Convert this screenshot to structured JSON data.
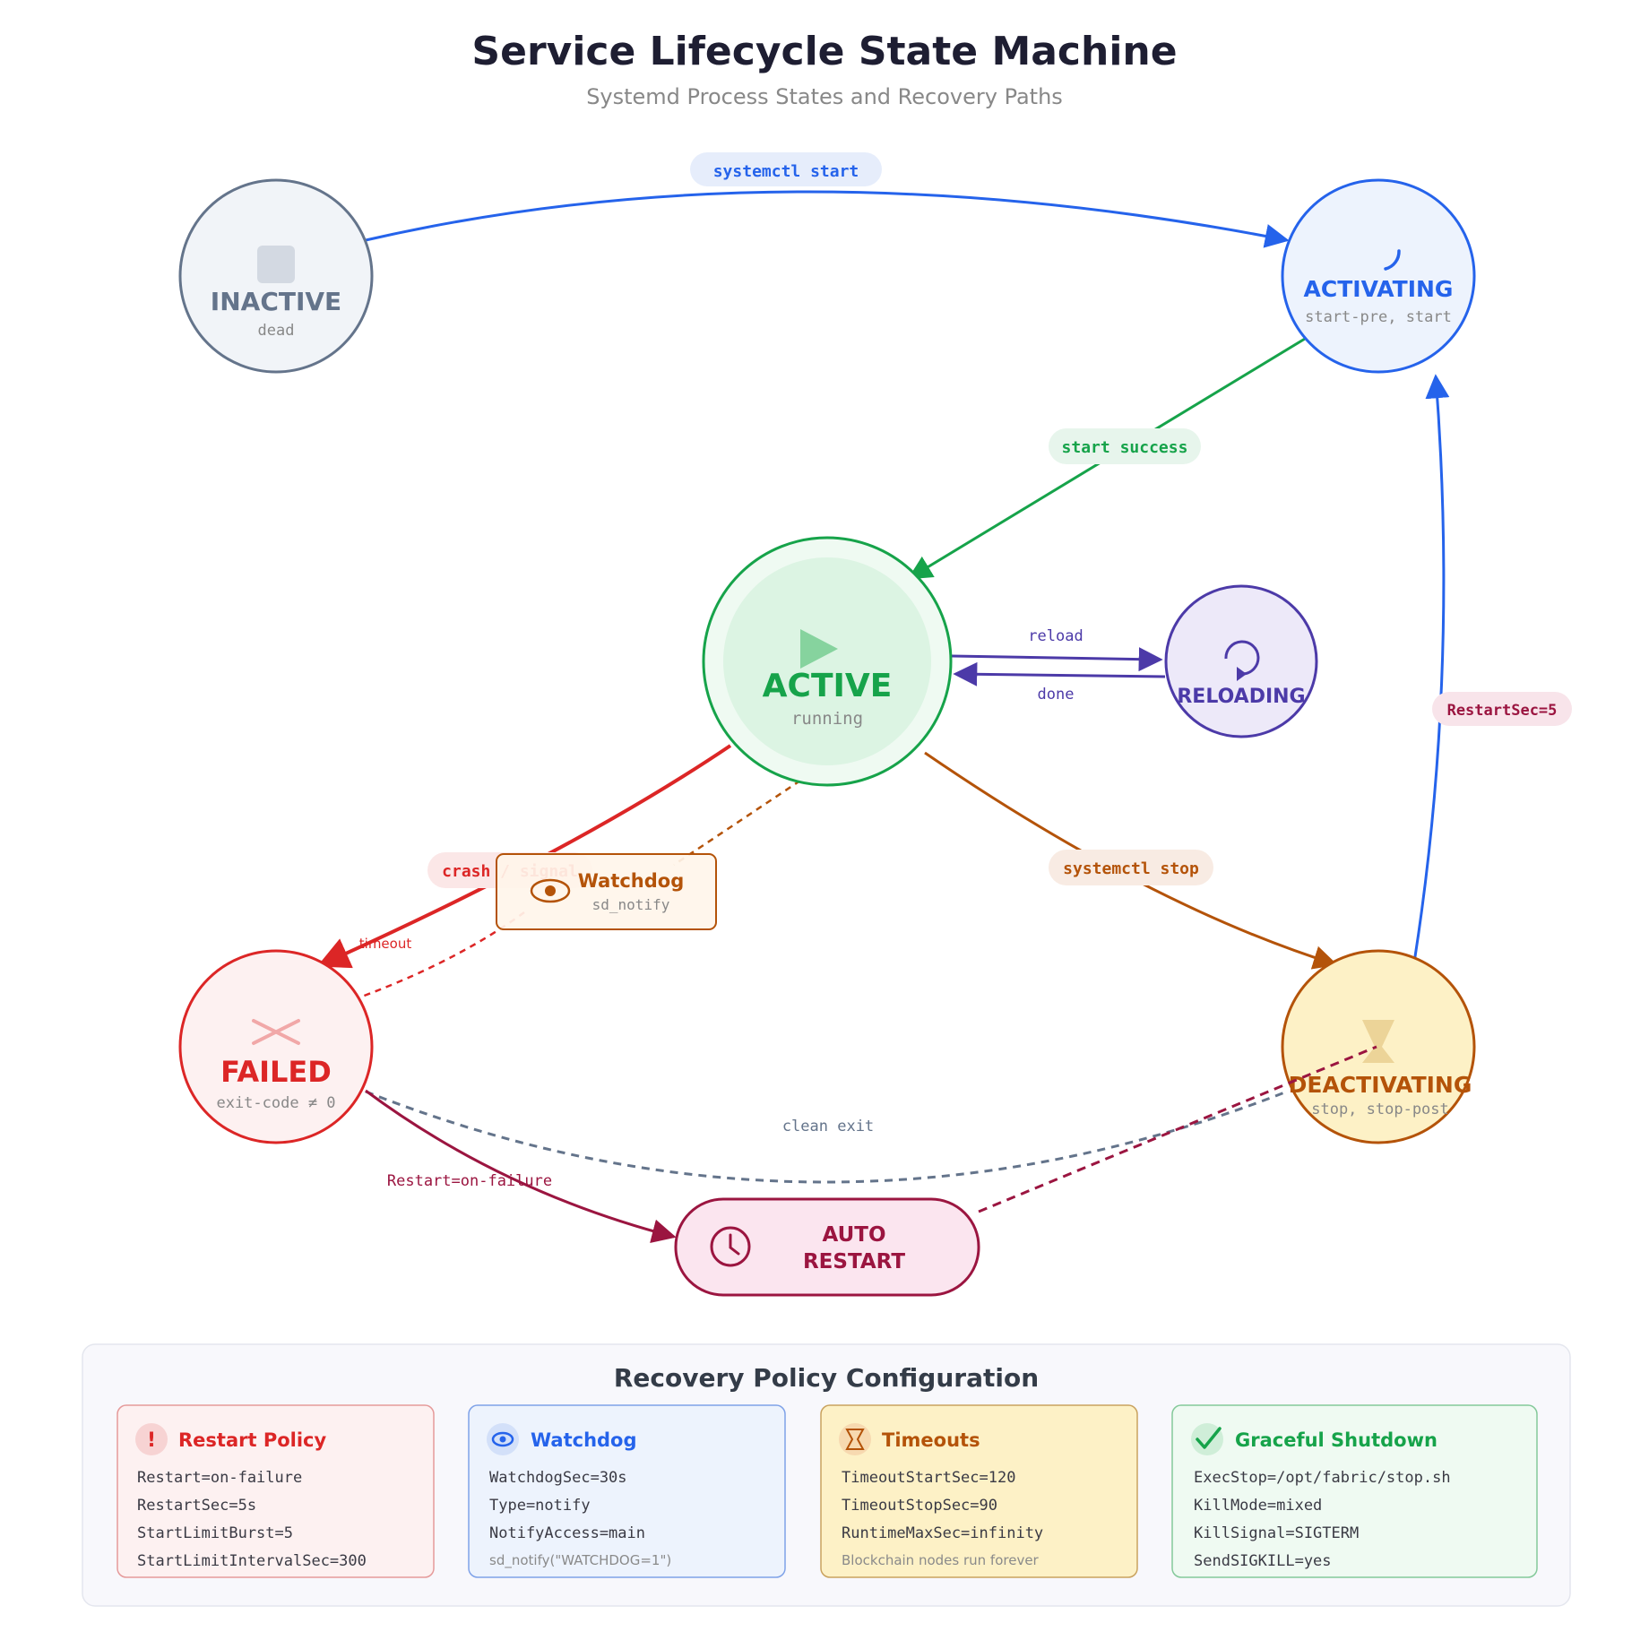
{
  "title": "Service Lifecycle State Machine",
  "subtitle": "Systemd Process States and Recovery Paths",
  "states": {
    "inactive": {
      "label": "INACTIVE",
      "sub": "dead"
    },
    "activating": {
      "label": "ACTIVATING",
      "sub": "start-pre, start"
    },
    "active": {
      "label": "ACTIVE",
      "sub": "running"
    },
    "reloading": {
      "label": "RELOADING"
    },
    "failed": {
      "label": "FAILED",
      "sub": "exit-code ≠ 0"
    },
    "deactivating": {
      "label": "DEACTIVATING",
      "sub": "stop, stop-post"
    },
    "auto_restart": {
      "label_line1": "AUTO",
      "label_line2": "RESTART"
    }
  },
  "watchdog_box": {
    "label": "Watchdog",
    "sub": "sd_notify"
  },
  "transitions": {
    "systemctl_start": "systemctl start",
    "start_success": "start success",
    "reload": "reload",
    "done": "done",
    "crash_signal": "crash / signal",
    "timeout": "timeout",
    "systemctl_stop": "systemctl stop",
    "restart_sec": "RestartSec=5",
    "clean_exit": "clean exit",
    "restart_on_failure": "Restart=on-failure"
  },
  "panel": {
    "title": "Recovery Policy Configuration",
    "cards": [
      {
        "title": "Restart Policy",
        "icon": "exclamation-icon",
        "lines": [
          "Restart=on-failure",
          "RestartSec=5s",
          "StartLimitBurst=5",
          "StartLimitIntervalSec=300"
        ]
      },
      {
        "title": "Watchdog",
        "icon": "eye-icon",
        "lines": [
          "WatchdogSec=30s",
          "Type=notify",
          "NotifyAccess=main"
        ],
        "note": "sd_notify(\"WATCHDOG=1\")"
      },
      {
        "title": "Timeouts",
        "icon": "hourglass-icon",
        "lines": [
          "TimeoutStartSec=120",
          "TimeoutStopSec=90",
          "RuntimeMaxSec=infinity"
        ],
        "note": "Blockchain nodes run forever"
      },
      {
        "title": "Graceful Shutdown",
        "icon": "checkmark-icon",
        "lines": [
          "ExecStop=/opt/fabric/stop.sh",
          "KillMode=mixed",
          "KillSignal=SIGTERM",
          "SendSIGKILL=yes"
        ]
      }
    ]
  },
  "colors": {
    "inactive": "#64748b",
    "activating": "#2563eb",
    "active": "#16a34a",
    "reloading": "#4c3aa8",
    "failed": "#dc2626",
    "deactivating": "#b45309",
    "auto_restart": "#9b1540",
    "title": "#1e1e32"
  }
}
